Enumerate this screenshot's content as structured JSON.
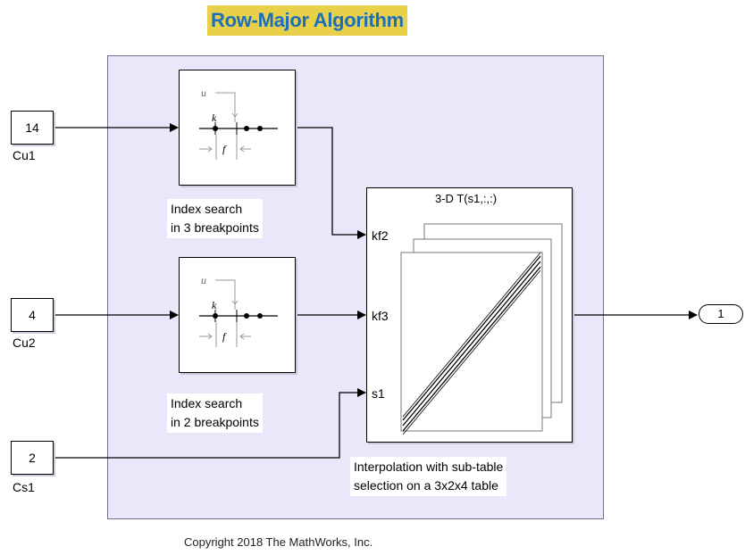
{
  "title": "Row-Major Algorithm",
  "copyright": "Copyright 2018 The MathWorks, Inc.",
  "constants": [
    {
      "value": "14",
      "name": "Cu1"
    },
    {
      "value": "4",
      "name": "Cu2"
    },
    {
      "value": "2",
      "name": "Cs1"
    }
  ],
  "prelookup_icon": {
    "u": "u",
    "k": "k",
    "f": "f"
  },
  "annotations": {
    "index_search_3": [
      "Index search",
      "in 3  breakpoints"
    ],
    "index_search_2": [
      "Index search",
      "in 2 breakpoints"
    ],
    "interp_note": [
      "Interpolation with sub-table",
      "selection on a 3x2x4 table"
    ]
  },
  "interp_block": {
    "label": "3-D T(s1,:,:)",
    "ports": [
      "kf2",
      "kf3",
      "s1"
    ]
  },
  "outport": {
    "number": "1"
  },
  "colors": {
    "title_bg": "#e8d04a",
    "title_fg": "#1d6fb8",
    "subsystem_bg": "#e8e8fa"
  }
}
